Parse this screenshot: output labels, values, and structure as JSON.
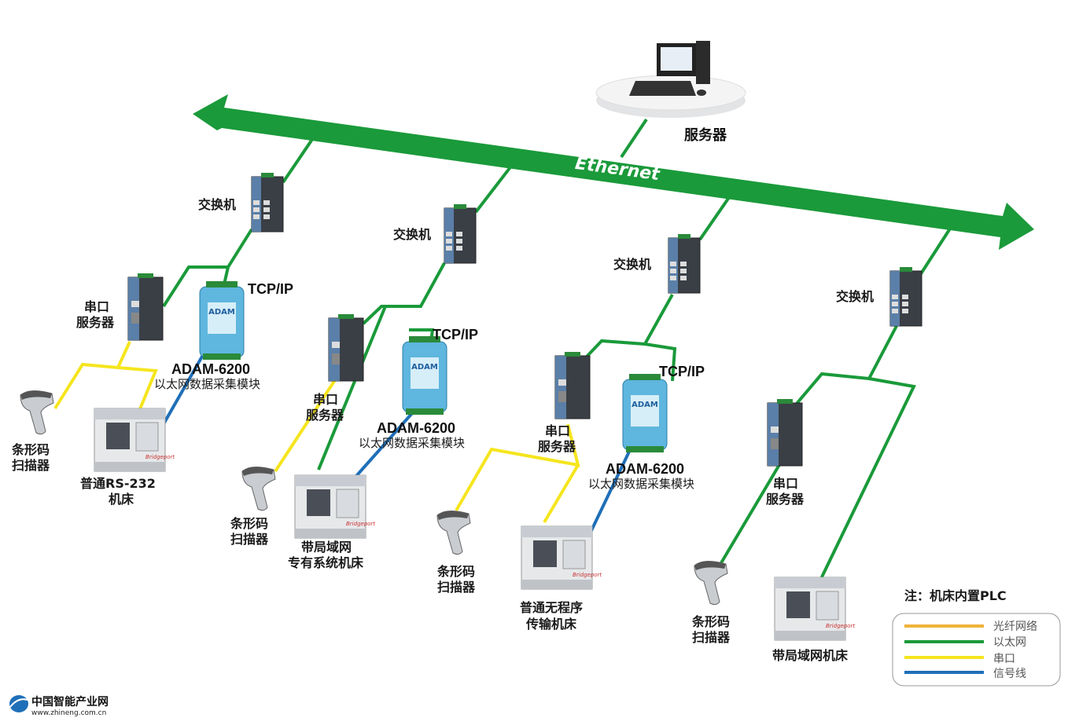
{
  "title": "",
  "network": {
    "backbone": "Ethernet",
    "server": "服务器"
  },
  "labels": {
    "switch": "交换机",
    "serial_server_1": "串口",
    "serial_server_2": "服务器",
    "adam_model": "ADAM-6200",
    "adam_desc": "以太网数据采集模块",
    "tcpip": "TCP/IP",
    "scanner_1": "条形码",
    "scanner_2": "扫描器",
    "machine_rs232_1": "普通RS-232",
    "machine_rs232_2": "机床",
    "machine_lan_sys_1": "带局域网",
    "machine_lan_sys_2": "专有系统机床",
    "machine_plain_1": "普通无程序",
    "machine_plain_2": "传输机床",
    "machine_lan": "带局域网机床"
  },
  "note": "注：机床内置PLC",
  "legend": [
    {
      "label": "光纤网络",
      "color": "#f0b23a"
    },
    {
      "label": "以太网",
      "color": "#1a9a3a"
    },
    {
      "label": "串口",
      "color": "#f5e51e"
    },
    {
      "label": "信号线",
      "color": "#1f6fb8"
    }
  ],
  "watermark": {
    "name": "中国智能产业网",
    "url": "www.zhineng.com.cn"
  }
}
